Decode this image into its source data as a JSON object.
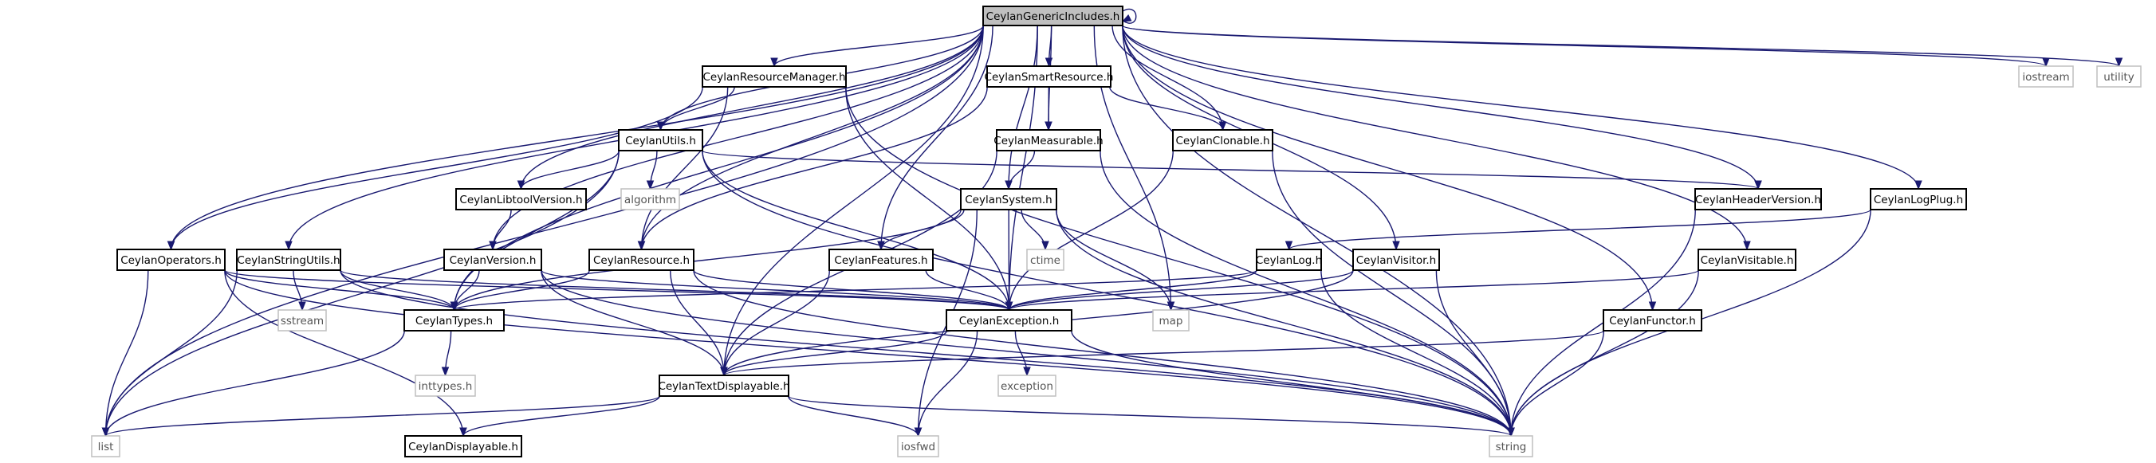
{
  "graph": {
    "colors": {
      "edge": "#191970",
      "root_fill": "#bfbfbf",
      "node_border": "#000000",
      "external_border": "#bfbfbf"
    },
    "nodes": [
      {
        "id": "generic",
        "label": "CeylanGenericIncludes.h",
        "kind": "root"
      },
      {
        "id": "resmgr",
        "label": "CeylanResourceManager.h",
        "kind": "internal"
      },
      {
        "id": "smartres",
        "label": "CeylanSmartResource.h",
        "kind": "internal"
      },
      {
        "id": "utils",
        "label": "CeylanUtils.h",
        "kind": "internal"
      },
      {
        "id": "measurable",
        "label": "CeylanMeasurable.h",
        "kind": "internal"
      },
      {
        "id": "clonable",
        "label": "CeylanClonable.h",
        "kind": "internal"
      },
      {
        "id": "libtool",
        "label": "CeylanLibtoolVersion.h",
        "kind": "internal"
      },
      {
        "id": "system",
        "label": "CeylanSystem.h",
        "kind": "internal"
      },
      {
        "id": "headerver",
        "label": "CeylanHeaderVersion.h",
        "kind": "internal"
      },
      {
        "id": "logplug",
        "label": "CeylanLogPlug.h",
        "kind": "internal"
      },
      {
        "id": "operators",
        "label": "CeylanOperators.h",
        "kind": "internal"
      },
      {
        "id": "stringutils",
        "label": "CeylanStringUtils.h",
        "kind": "internal"
      },
      {
        "id": "version",
        "label": "CeylanVersion.h",
        "kind": "internal"
      },
      {
        "id": "resource",
        "label": "CeylanResource.h",
        "kind": "internal"
      },
      {
        "id": "features",
        "label": "CeylanFeatures.h",
        "kind": "internal"
      },
      {
        "id": "log",
        "label": "CeylanLog.h",
        "kind": "internal"
      },
      {
        "id": "visitor",
        "label": "CeylanVisitor.h",
        "kind": "internal"
      },
      {
        "id": "visitable",
        "label": "CeylanVisitable.h",
        "kind": "internal"
      },
      {
        "id": "types",
        "label": "CeylanTypes.h",
        "kind": "internal"
      },
      {
        "id": "exception",
        "label": "CeylanException.h",
        "kind": "internal"
      },
      {
        "id": "functor",
        "label": "CeylanFunctor.h",
        "kind": "internal"
      },
      {
        "id": "textdisp",
        "label": "CeylanTextDisplayable.h",
        "kind": "internal"
      },
      {
        "id": "displayable",
        "label": "CeylanDisplayable.h",
        "kind": "internal"
      },
      {
        "id": "iostream",
        "label": "iostream",
        "kind": "external"
      },
      {
        "id": "utility",
        "label": "utility",
        "kind": "external"
      },
      {
        "id": "algorithm",
        "label": "algorithm",
        "kind": "external"
      },
      {
        "id": "ctime",
        "label": "ctime",
        "kind": "external"
      },
      {
        "id": "sstream",
        "label": "sstream",
        "kind": "external"
      },
      {
        "id": "map",
        "label": "map",
        "kind": "external"
      },
      {
        "id": "inttypes",
        "label": "inttypes.h",
        "kind": "external"
      },
      {
        "id": "exceptionstd",
        "label": "exception",
        "kind": "external"
      },
      {
        "id": "list",
        "label": "list",
        "kind": "external"
      },
      {
        "id": "iosfwd",
        "label": "iosfwd",
        "kind": "external"
      },
      {
        "id": "string",
        "label": "string",
        "kind": "external"
      }
    ],
    "edges": [
      [
        "generic",
        "generic"
      ],
      [
        "generic",
        "resmgr"
      ],
      [
        "generic",
        "smartres"
      ],
      [
        "generic",
        "utils"
      ],
      [
        "generic",
        "measurable"
      ],
      [
        "generic",
        "clonable"
      ],
      [
        "generic",
        "libtool"
      ],
      [
        "generic",
        "system"
      ],
      [
        "generic",
        "headerver"
      ],
      [
        "generic",
        "logplug"
      ],
      [
        "generic",
        "operators"
      ],
      [
        "generic",
        "stringutils"
      ],
      [
        "generic",
        "version"
      ],
      [
        "generic",
        "resource"
      ],
      [
        "generic",
        "features"
      ],
      [
        "generic",
        "visitor"
      ],
      [
        "generic",
        "visitable"
      ],
      [
        "generic",
        "types"
      ],
      [
        "generic",
        "exception"
      ],
      [
        "generic",
        "functor"
      ],
      [
        "generic",
        "textdisp"
      ],
      [
        "generic",
        "iostream"
      ],
      [
        "generic",
        "utility"
      ],
      [
        "generic",
        "map"
      ],
      [
        "generic",
        "list"
      ],
      [
        "generic",
        "string"
      ],
      [
        "resmgr",
        "utils"
      ],
      [
        "resmgr",
        "resource"
      ],
      [
        "resmgr",
        "operators"
      ],
      [
        "resmgr",
        "exception"
      ],
      [
        "resmgr",
        "string"
      ],
      [
        "smartres",
        "measurable"
      ],
      [
        "smartres",
        "clonable"
      ],
      [
        "smartres",
        "resource"
      ],
      [
        "utils",
        "libtool"
      ],
      [
        "utils",
        "algorithm"
      ],
      [
        "utils",
        "headerver"
      ],
      [
        "utils",
        "types"
      ],
      [
        "utils",
        "exception"
      ],
      [
        "utils",
        "list"
      ],
      [
        "utils",
        "string"
      ],
      [
        "measurable",
        "system"
      ],
      [
        "measurable",
        "textdisp"
      ],
      [
        "measurable",
        "string"
      ],
      [
        "clonable",
        "exception"
      ],
      [
        "clonable",
        "string"
      ],
      [
        "libtool",
        "version"
      ],
      [
        "system",
        "features"
      ],
      [
        "system",
        "ctime"
      ],
      [
        "system",
        "types"
      ],
      [
        "system",
        "exception"
      ],
      [
        "system",
        "map"
      ],
      [
        "system",
        "iosfwd"
      ],
      [
        "system",
        "string"
      ],
      [
        "headerver",
        "string"
      ],
      [
        "logplug",
        "log"
      ],
      [
        "logplug",
        "string"
      ],
      [
        "operators",
        "types"
      ],
      [
        "operators",
        "exception"
      ],
      [
        "operators",
        "list"
      ],
      [
        "operators",
        "displayable"
      ],
      [
        "operators",
        "string"
      ],
      [
        "stringutils",
        "sstream"
      ],
      [
        "stringutils",
        "types"
      ],
      [
        "stringutils",
        "exception"
      ],
      [
        "stringutils",
        "list"
      ],
      [
        "stringutils",
        "string"
      ],
      [
        "version",
        "types"
      ],
      [
        "version",
        "exception"
      ],
      [
        "version",
        "textdisp"
      ],
      [
        "version",
        "string"
      ],
      [
        "resource",
        "types"
      ],
      [
        "resource",
        "exception"
      ],
      [
        "resource",
        "textdisp"
      ],
      [
        "resource",
        "string"
      ],
      [
        "features",
        "exception"
      ],
      [
        "features",
        "textdisp"
      ],
      [
        "log",
        "types"
      ],
      [
        "log",
        "exception"
      ],
      [
        "log",
        "string"
      ],
      [
        "visitor",
        "exception"
      ],
      [
        "visitor",
        "textdisp"
      ],
      [
        "visitor",
        "string"
      ],
      [
        "visitable",
        "exception"
      ],
      [
        "visitable",
        "string"
      ],
      [
        "types",
        "inttypes"
      ],
      [
        "types",
        "list"
      ],
      [
        "exception",
        "textdisp"
      ],
      [
        "exception",
        "exceptionstd"
      ],
      [
        "exception",
        "iosfwd"
      ],
      [
        "exception",
        "string"
      ],
      [
        "functor",
        "textdisp"
      ],
      [
        "functor",
        "string"
      ],
      [
        "textdisp",
        "displayable"
      ],
      [
        "textdisp",
        "list"
      ],
      [
        "textdisp",
        "iosfwd"
      ],
      [
        "textdisp",
        "string"
      ]
    ]
  }
}
